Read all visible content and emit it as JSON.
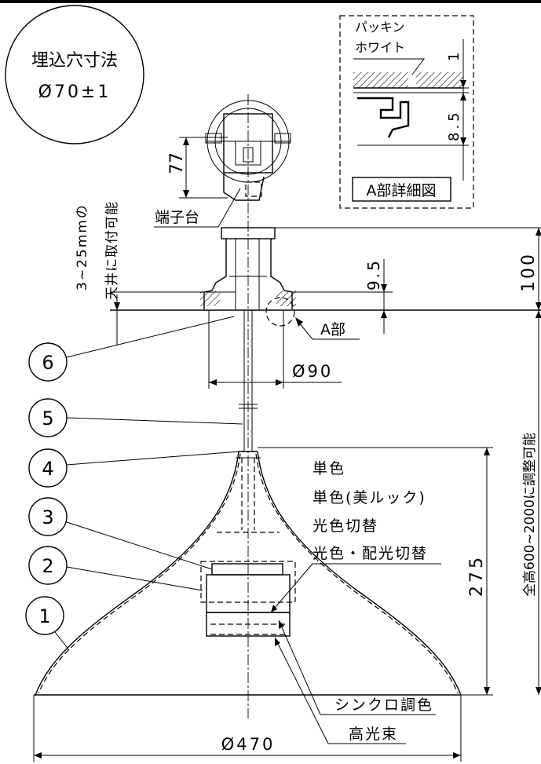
{
  "hole_size": {
    "label": "埋込穴寸法",
    "value": "Ø70±1"
  },
  "detail_a": {
    "packing_label_1": "パッキン",
    "packing_label_2": "ホワイト",
    "dim_1": "1",
    "dim_85": "8.5",
    "title": "A部詳細図"
  },
  "labels": {
    "terminal": "端子台",
    "ceiling_range": "3~25mmの",
    "ceiling_range_2": "天井に取付可能",
    "part_a": "A部",
    "total_height": "全高600~2000に調整可能"
  },
  "dimensions": {
    "d77": "77",
    "d95": "9.5",
    "d100": "100",
    "d90": "Ø90",
    "d275": "275",
    "d470": "Ø470"
  },
  "callouts": [
    "1",
    "2",
    "3",
    "4",
    "5",
    "6"
  ],
  "variants": [
    "単色",
    "単色(美ルック)",
    "光色切替",
    "光色・配光切替"
  ],
  "variants_bottom": [
    "シンクロ調色",
    "高光束"
  ]
}
